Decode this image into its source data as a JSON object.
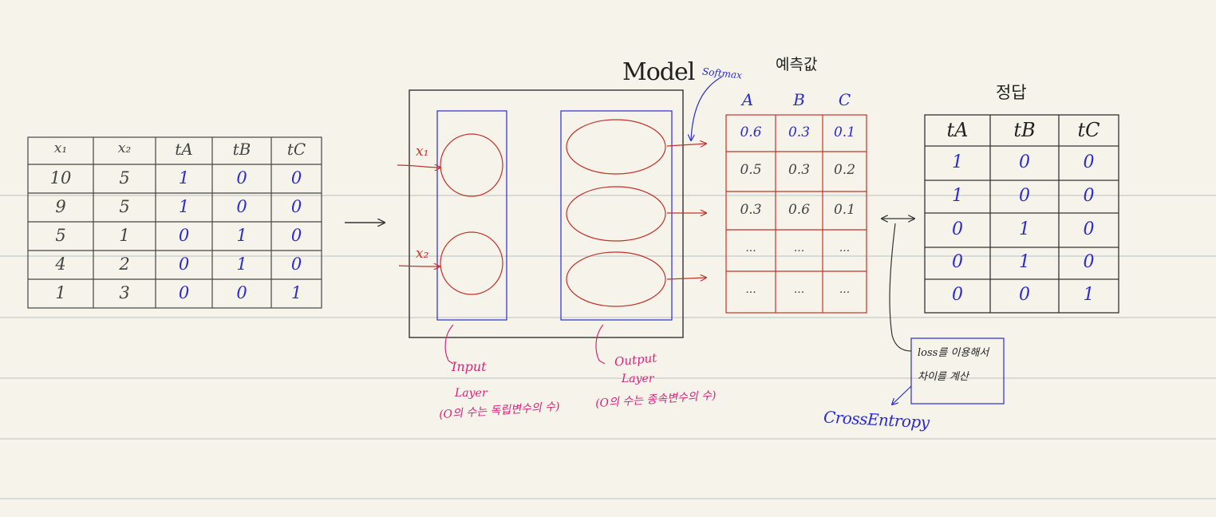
{
  "input_table": {
    "headers": [
      "x₁",
      "x₂",
      "tA",
      "tB",
      "tC"
    ],
    "rows": [
      [
        "10",
        "5",
        "1",
        "0",
        "0"
      ],
      [
        "9",
        "5",
        "1",
        "0",
        "0"
      ],
      [
        "5",
        "1",
        "0",
        "1",
        "0"
      ],
      [
        "4",
        "2",
        "0",
        "1",
        "0"
      ],
      [
        "1",
        "3",
        "0",
        "0",
        "1"
      ]
    ]
  },
  "model": {
    "title": "Model",
    "input_labels": [
      "x₁",
      "x₂"
    ],
    "input_layer_note": [
      "Input",
      "Layer",
      "(O의 수는 독립변수의 수)"
    ],
    "output_layer_note": [
      "Output",
      "Layer",
      "(O의 수는 종속변수의 수)"
    ]
  },
  "softmax_label": "Softmax",
  "prediction": {
    "title": "예측값",
    "headers": [
      "A",
      "B",
      "C"
    ],
    "rows": [
      [
        "0.6",
        "0.3",
        "0.1"
      ],
      [
        "0.5",
        "0.3",
        "0.2"
      ],
      [
        "0.3",
        "0.6",
        "0.1"
      ],
      [
        "...",
        "...",
        "..."
      ],
      [
        "...",
        "...",
        "..."
      ]
    ]
  },
  "answer": {
    "title": "정답",
    "headers": [
      "tA",
      "tB",
      "tC"
    ],
    "rows": [
      [
        "1",
        "0",
        "0"
      ],
      [
        "1",
        "0",
        "0"
      ],
      [
        "0",
        "1",
        "0"
      ],
      [
        "0",
        "1",
        "0"
      ],
      [
        "0",
        "0",
        "1"
      ]
    ]
  },
  "loss_note": [
    "loss를 이용해서",
    "차이를 계산"
  ],
  "loss_fn": "CrossEntropy",
  "colors": {
    "paper": "#f6f4ea",
    "ruled_line": "#d9d9d6",
    "pencil": "#444444",
    "blue_ink": "#2b2bd0",
    "red_ink": "#c0332b",
    "magenta_ink": "#d6247a"
  }
}
